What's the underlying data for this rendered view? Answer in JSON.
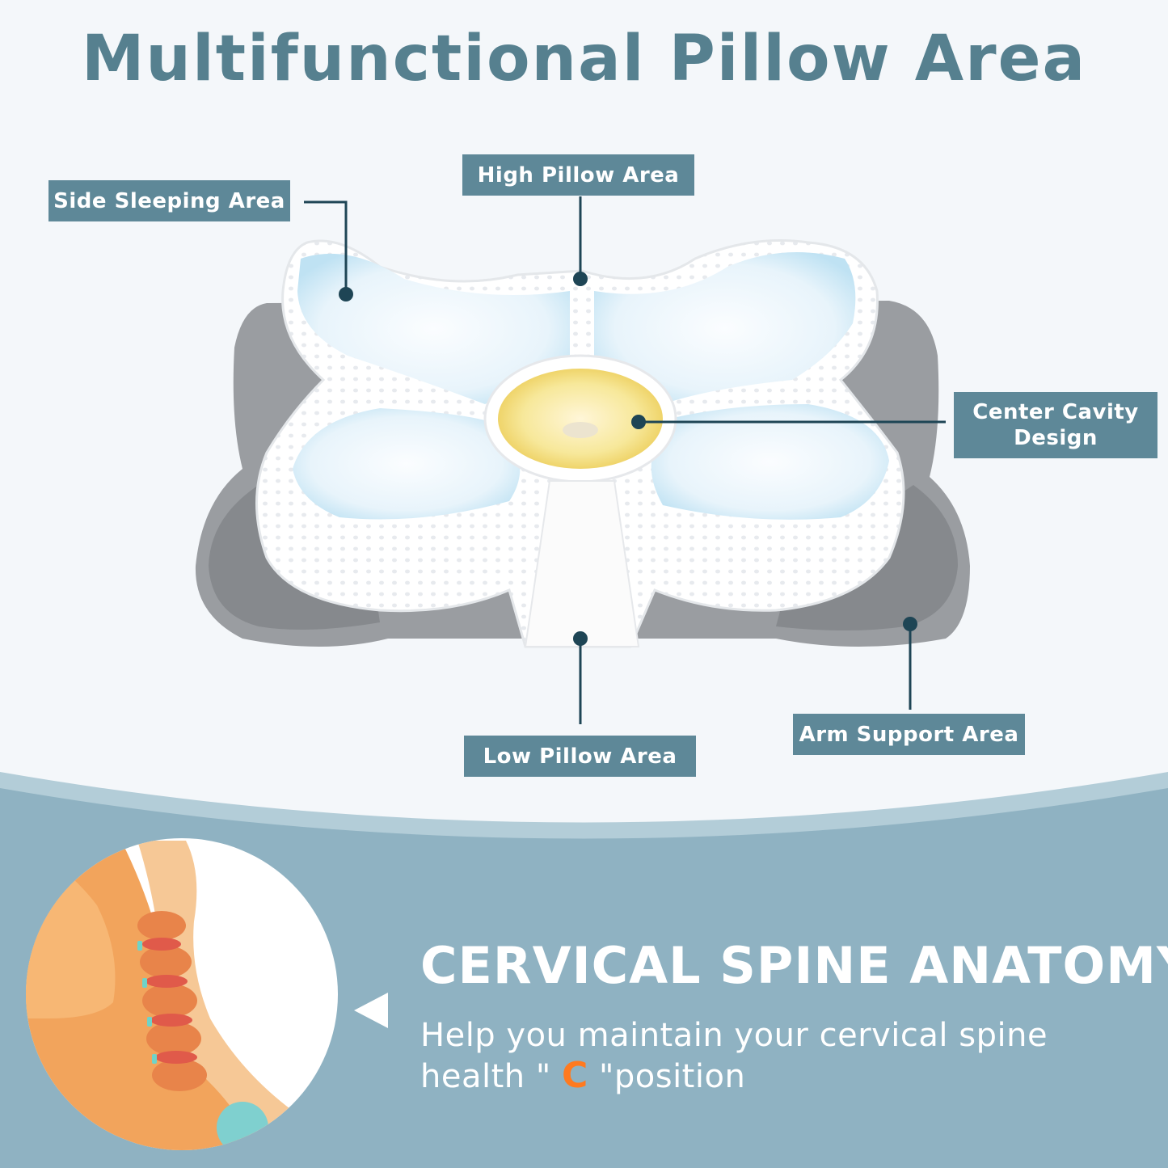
{
  "title": "Multifunctional Pillow Area",
  "labels": {
    "side_sleeping": "Side Sleeping Area",
    "high_pillow": "High Pillow Area",
    "center_cavity_line1": "Center Cavity",
    "center_cavity_line2": "Design",
    "low_pillow": "Low Pillow Area",
    "arm_support": "Arm Support Area"
  },
  "anatomy": {
    "heading": "CERVICAL SPINE ANATOMY",
    "desc_line1": "Help you maintain your cervical spine",
    "desc_line2_start": "health \" ",
    "desc_accent": "C",
    "desc_line2_end": " \"position"
  },
  "colors": {
    "title": "#56808f",
    "label_bg": "#5e8898",
    "band_bg": "#8fb2c2",
    "accent": "#ff7a1f",
    "connector": "#1e4555"
  },
  "icons": {
    "pointer": "left-triangle-icon"
  }
}
